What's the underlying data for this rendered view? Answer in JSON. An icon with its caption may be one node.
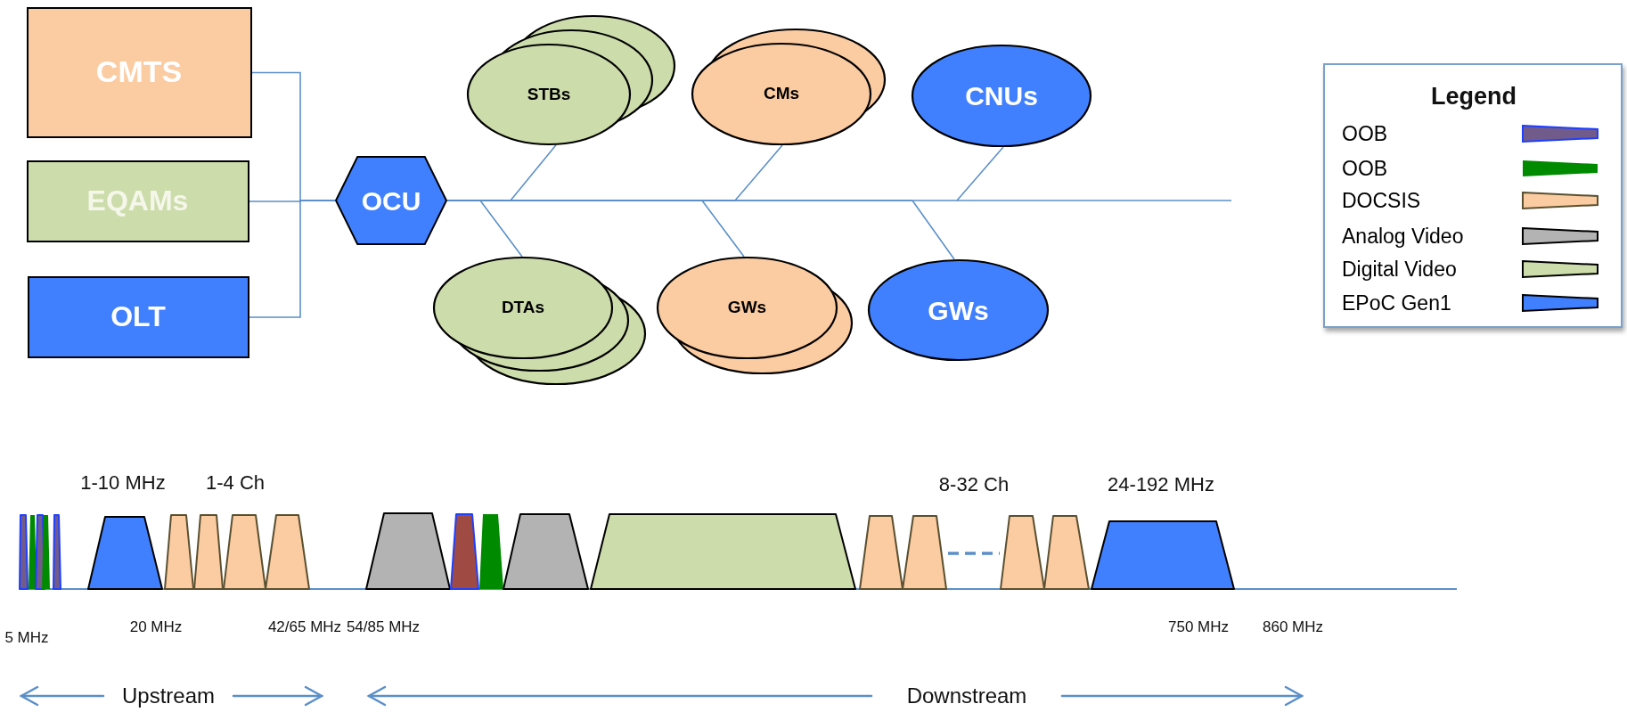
{
  "diagram": {
    "nodes": [
      {
        "text": [
          "CMTS"
        ]
      },
      {
        "text": [
          "EQAMs"
        ]
      },
      {
        "text": [
          "OLT"
        ]
      },
      {
        "text": [
          "OCU"
        ]
      },
      {
        "text": [
          "STBs"
        ]
      },
      {
        "text": [
          "CMs"
        ]
      },
      {
        "text": [
          "CNUs"
        ]
      },
      {
        "text": [
          "DTAs"
        ]
      },
      {
        "text": [
          "GWs"
        ]
      },
      {
        "text": [
          "GWs"
        ]
      }
    ],
    "edges": [
      {
        "from": 0,
        "to": 3,
        "arrow": "none"
      },
      {
        "from": 1,
        "to": 3,
        "arrow": "none"
      },
      {
        "from": 2,
        "to": 3,
        "arrow": "none"
      },
      {
        "from": 3,
        "to": 4,
        "arrow": "none"
      },
      {
        "from": 3,
        "to": 7,
        "arrow": "none"
      },
      {
        "from": 3,
        "to": 5,
        "arrow": "none"
      },
      {
        "from": 3,
        "to": 8,
        "arrow": "none"
      },
      {
        "from": 3,
        "to": 6,
        "arrow": "none"
      },
      {
        "from": 3,
        "to": 9,
        "arrow": "none"
      }
    ],
    "labels": [
      "Legend",
      "1-10 MHz",
      "1-4 Ch",
      "8-32 Ch",
      "24-192 MHz",
      "5 MHz",
      "20 MHz",
      "42/65 MHz",
      "54/85 MHz",
      "750 MHz",
      "860 MHz",
      "Upstream",
      "Downstream"
    ],
    "legend": [
      {
        "text": "OOB",
        "color": "#715b8a"
      },
      {
        "text": "OOB",
        "color": "#008a00"
      },
      {
        "text": "DOCSIS",
        "color": "#fbcba1"
      },
      {
        "text": "Analog Video",
        "color": "#b3b3b3"
      },
      {
        "text": "Digital Video",
        "color": "#cddcab"
      },
      {
        "text": "EPoC Gen1",
        "color": "#4080ff"
      }
    ]
  }
}
